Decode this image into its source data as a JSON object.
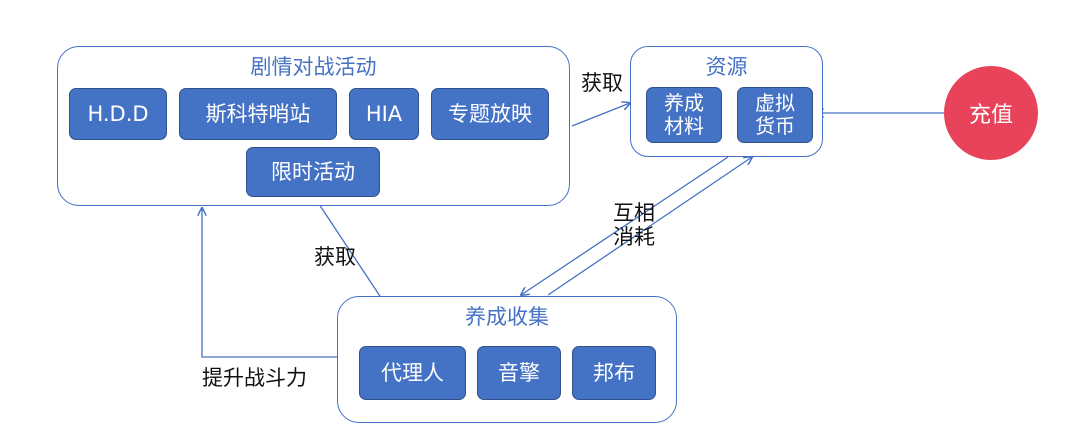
{
  "groups": {
    "story_battle": {
      "title": "剧情对战活动",
      "items": [
        "H.D.D",
        "斯科特哨站",
        "HIA",
        "专题放映",
        "限时活动"
      ]
    },
    "resources": {
      "title": "资源",
      "items": [
        "养成\n材料",
        "虚拟\n货币"
      ]
    },
    "cultivation": {
      "title": "养成收集",
      "items": [
        "代理人",
        "音擎",
        "邦布"
      ]
    }
  },
  "recharge": "充值",
  "edge_labels": {
    "obtain_resources": "获取",
    "obtain_agents": "获取",
    "mutual_consumption": "互相\n消耗",
    "boost_power": "提升战斗力"
  },
  "colors": {
    "node_fill": "#4472c4",
    "node_border": "#2f528f",
    "group_border": "#4472c4",
    "recharge_fill": "#e8435a",
    "arrow": "#4472c4"
  }
}
